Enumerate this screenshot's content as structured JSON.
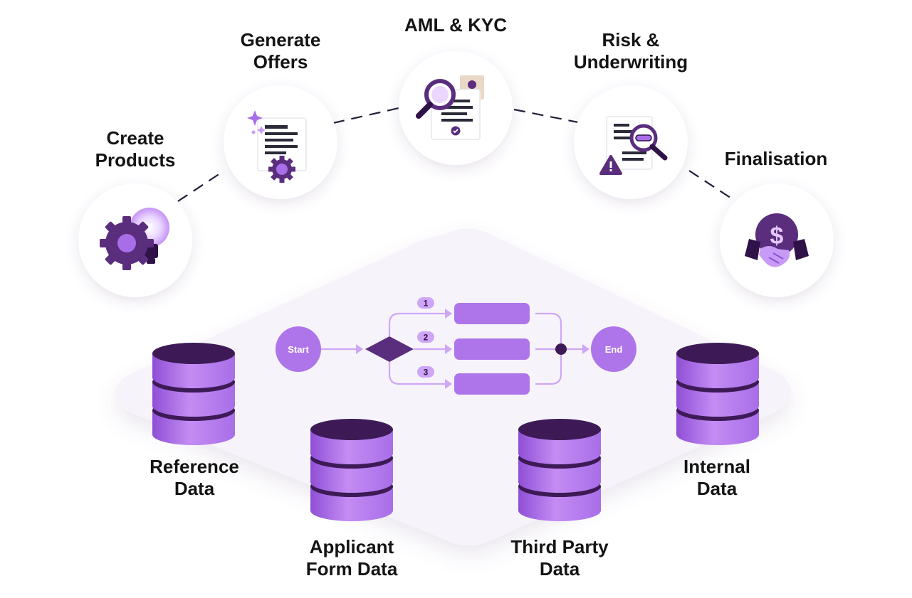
{
  "colors": {
    "accent": "#a86ee8",
    "accent_light": "#c79bf6",
    "accent_dark": "#3d1a56",
    "text": "#141414",
    "platform": "#f5f3fa"
  },
  "stages": [
    {
      "id": "create-products",
      "lines": [
        "Create",
        "Products"
      ],
      "icon": "gear-lightbulb-icon"
    },
    {
      "id": "generate-offers",
      "lines": [
        "Generate",
        "Offers"
      ],
      "icon": "document-gear-icon"
    },
    {
      "id": "aml-kyc",
      "lines": [
        "AML & KYC"
      ],
      "icon": "magnifier-id-document-icon"
    },
    {
      "id": "risk-underwriting",
      "lines": [
        "Risk &",
        "Underwriting"
      ],
      "icon": "document-warning-magnifier-icon"
    },
    {
      "id": "finalisation",
      "lines": [
        "Finalisation"
      ],
      "icon": "handshake-dollar-icon"
    }
  ],
  "flow": {
    "start_label": "Start",
    "end_label": "End",
    "branches": [
      "1",
      "2",
      "3"
    ]
  },
  "data_sources": [
    {
      "id": "reference-data",
      "lines": [
        "Reference",
        "Data"
      ]
    },
    {
      "id": "applicant-form-data",
      "lines": [
        "Applicant",
        "Form Data"
      ]
    },
    {
      "id": "third-party-data",
      "lines": [
        "Third Party",
        "Data"
      ]
    },
    {
      "id": "internal-data",
      "lines": [
        "Internal",
        "Data"
      ]
    }
  ]
}
